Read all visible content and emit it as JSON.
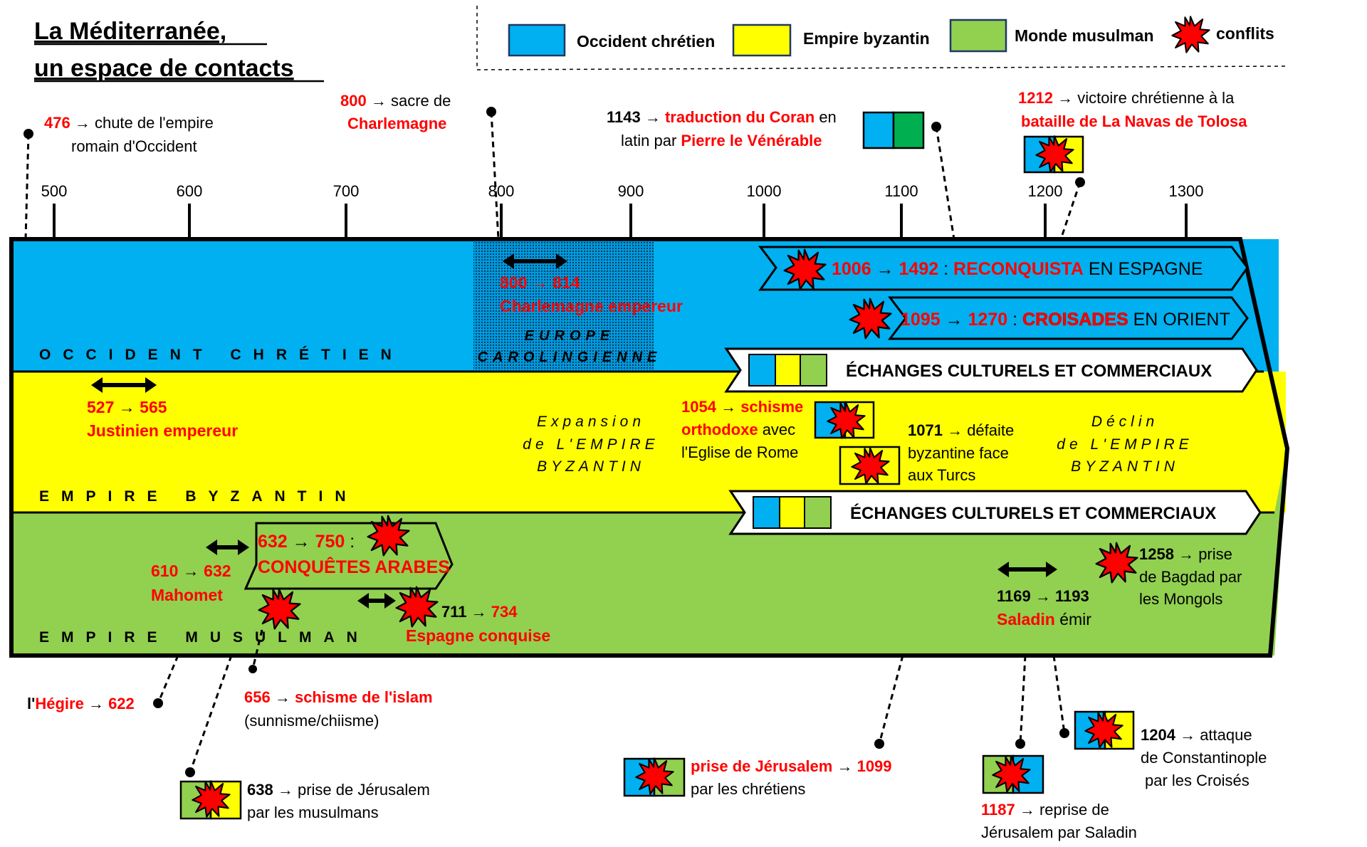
{
  "title": {
    "line1": "La Méditerranée,",
    "line2": "un espace de contacts"
  },
  "legend": [
    {
      "label": "Occident chrétien",
      "color": "#00b0f0"
    },
    {
      "label": "Empire byzantin",
      "color": "#ffff00"
    },
    {
      "label": "Monde musulman",
      "color": "#92d050"
    },
    {
      "label": "conflits",
      "color": "#ff0000",
      "icon": "explosion-icon"
    }
  ],
  "axis": {
    "ticks": [
      "500",
      "600",
      "700",
      "800",
      "900",
      "1000",
      "1100",
      "1200",
      "1300"
    ],
    "tick_years": [
      500,
      600,
      700,
      800,
      900,
      1000,
      1100,
      1200,
      1300
    ]
  },
  "bands": [
    {
      "label": "OCCIDENT CHRÉTIEN",
      "color": "#00b0f0"
    },
    {
      "label": "EMPIRE BYZANTIN",
      "color": "#ffff00"
    },
    {
      "label": "EMPIRE MUSULMAN",
      "color": "#92d050"
    }
  ],
  "carolingian": {
    "line1": "EUROPE",
    "line2": "CAROLINGIENNE"
  },
  "charlemagne": {
    "start": "800",
    "end": "814",
    "label": "Charlemagne empereur"
  },
  "reconquista": {
    "start": "1006",
    "end": "1492",
    "sep": ":",
    "label": "RECONQUISTA",
    "rest": "EN ESPAGNE"
  },
  "croisades": {
    "start": "1095",
    "end": "1270",
    "sep": ":",
    "label": "CROISADES",
    "rest": "EN ORIENT"
  },
  "echanges": "ÉCHANGES CULTURELS ET COMMERCIAUX",
  "justinien": {
    "start": "527",
    "end": "565",
    "label": "Justinien empereur"
  },
  "expansion": {
    "line1": "Expansion",
    "line2": "de L'EMPIRE",
    "line3": "BYZANTIN"
  },
  "declin": {
    "line1": "Déclin",
    "line2": "de L'EMPIRE",
    "line3": "BYZANTIN"
  },
  "schisme_orthodoxe": {
    "year": "1054",
    "label1": "schisme",
    "label2": "orthodoxe",
    "rest1": "avec",
    "rest2": "l'Eglise de Rome"
  },
  "defaite": {
    "year": "1071",
    "rest1": "défaite",
    "rest2": "byzantine face",
    "rest3": "aux Turcs"
  },
  "conquetes": {
    "start": "632",
    "end": "750",
    "sep": ":",
    "label": "CONQUÊTES ARABES"
  },
  "mahomet": {
    "start": "610",
    "end": "632",
    "label": "Mahomet"
  },
  "espagne": {
    "start": "711",
    "end": "734",
    "label": "Espagne conquise"
  },
  "saladin": {
    "start": "1169",
    "end": "1193",
    "label": "Saladin",
    "rest": "émir"
  },
  "bagdad": {
    "year": "1258",
    "rest1": "prise",
    "rest2": "de Bagdad par",
    "rest3": "les Mongols"
  },
  "events_top": {
    "e476": {
      "year": "476",
      "line1": "chute de l'empire",
      "line2": "romain d'Occident"
    },
    "e800": {
      "year": "800",
      "line1": "sacre de",
      "line2": "Charlemagne"
    },
    "e1143": {
      "year": "1143",
      "red1": "traduction du Coran",
      "rest1": "en",
      "line2a": "latin par",
      "red2": "Pierre le Vénérable"
    },
    "e1212": {
      "year": "1212",
      "rest1": "victoire chrétienne à la",
      "red2": "bataille de La Navas de Tolosa"
    }
  },
  "events_bottom": {
    "hegire": {
      "pre": "l'",
      "red": "Hégire",
      "year": "622"
    },
    "e656": {
      "year": "656",
      "red": "schisme de l'islam",
      "line2": "(sunnisme/chiisme)"
    },
    "e638": {
      "year": "638",
      "line1": "prise de Jérusalem",
      "line2": "par les musulmans"
    },
    "e1099": {
      "red": "prise de Jérusalem",
      "year": "1099",
      "line2": "par les chrétiens"
    },
    "e1187": {
      "year": "1187",
      "line1": "reprise de",
      "line2": "Jérusalem par Saladin"
    },
    "e1204": {
      "year": "1204",
      "line1": "attaque",
      "line2": "de Constantinople",
      "line3": "par les Croisés"
    }
  },
  "colors": {
    "red": "#ff0000",
    "blue": "#00b0f0",
    "yellow": "#ffff00",
    "green": "#92d050",
    "darkgreen": "#00b050"
  }
}
